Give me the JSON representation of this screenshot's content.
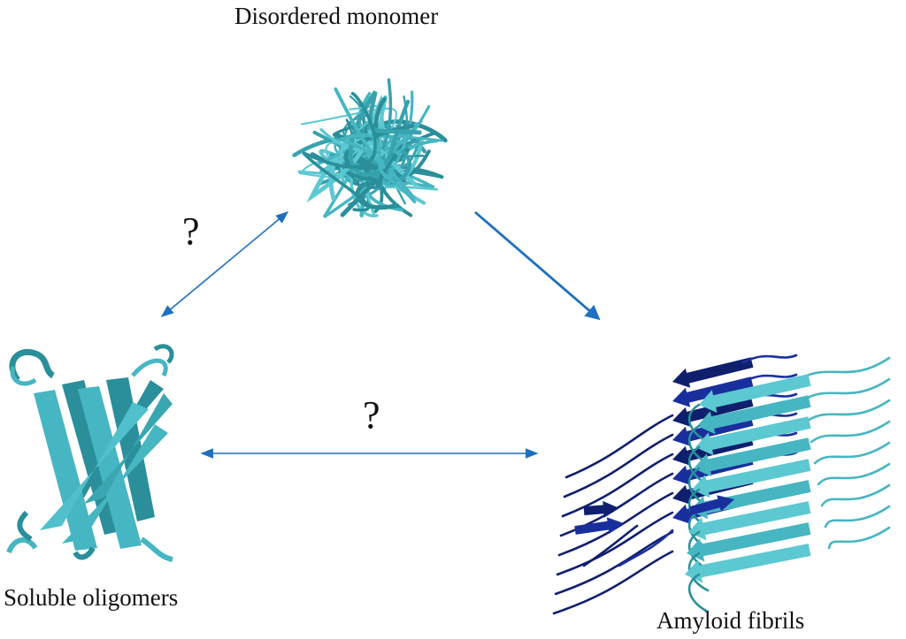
{
  "nodes": {
    "monomer": {
      "label": "Disordered monomer"
    },
    "oligomers": {
      "label": "Soluble oligomers"
    },
    "fibrils": {
      "label": "Amyloid fibrils"
    }
  },
  "transitions": {
    "monomer_oligomers": {
      "label": "?",
      "direction": "bidirectional"
    },
    "oligomers_fibrils": {
      "label": "?",
      "direction": "bidirectional"
    },
    "monomer_fibrils": {
      "direction": "forward"
    }
  },
  "colors": {
    "arrow": "#1f6fbf",
    "cyan": "#46b6c2",
    "cyan_dark": "#2a8f9a",
    "navy": "#1a2f9e",
    "navy_dark": "#0f1f6e"
  }
}
